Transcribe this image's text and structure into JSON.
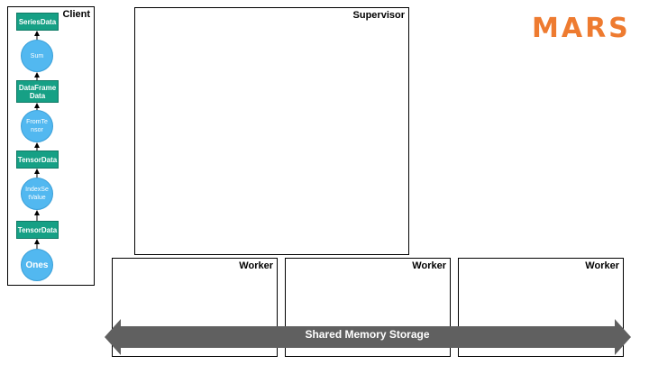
{
  "logo": {
    "text": "MARS",
    "color": "#ee7b30"
  },
  "client": {
    "title": "Client",
    "nodes": [
      {
        "label": "SeriesData",
        "shape": "rect"
      },
      {
        "label": "Sum",
        "shape": "circle"
      },
      {
        "label": "DataFrame\nData",
        "shape": "rect"
      },
      {
        "label": "FromTe\nnsor",
        "shape": "circle"
      },
      {
        "label": "TensorData",
        "shape": "rect"
      },
      {
        "label": "IndexSe\ntValue",
        "shape": "circle"
      },
      {
        "label": "TensorData",
        "shape": "rect"
      },
      {
        "label": "Ones",
        "shape": "circle"
      }
    ]
  },
  "supervisor": {
    "title": "Supervisor"
  },
  "workers": [
    {
      "title": "Worker"
    },
    {
      "title": "Worker"
    },
    {
      "title": "Worker"
    }
  ],
  "storage": {
    "label": "Shared Memory Storage",
    "color": "#606060"
  },
  "colors": {
    "rect_node": "#16a085",
    "circle_node": "#52b8f0"
  }
}
